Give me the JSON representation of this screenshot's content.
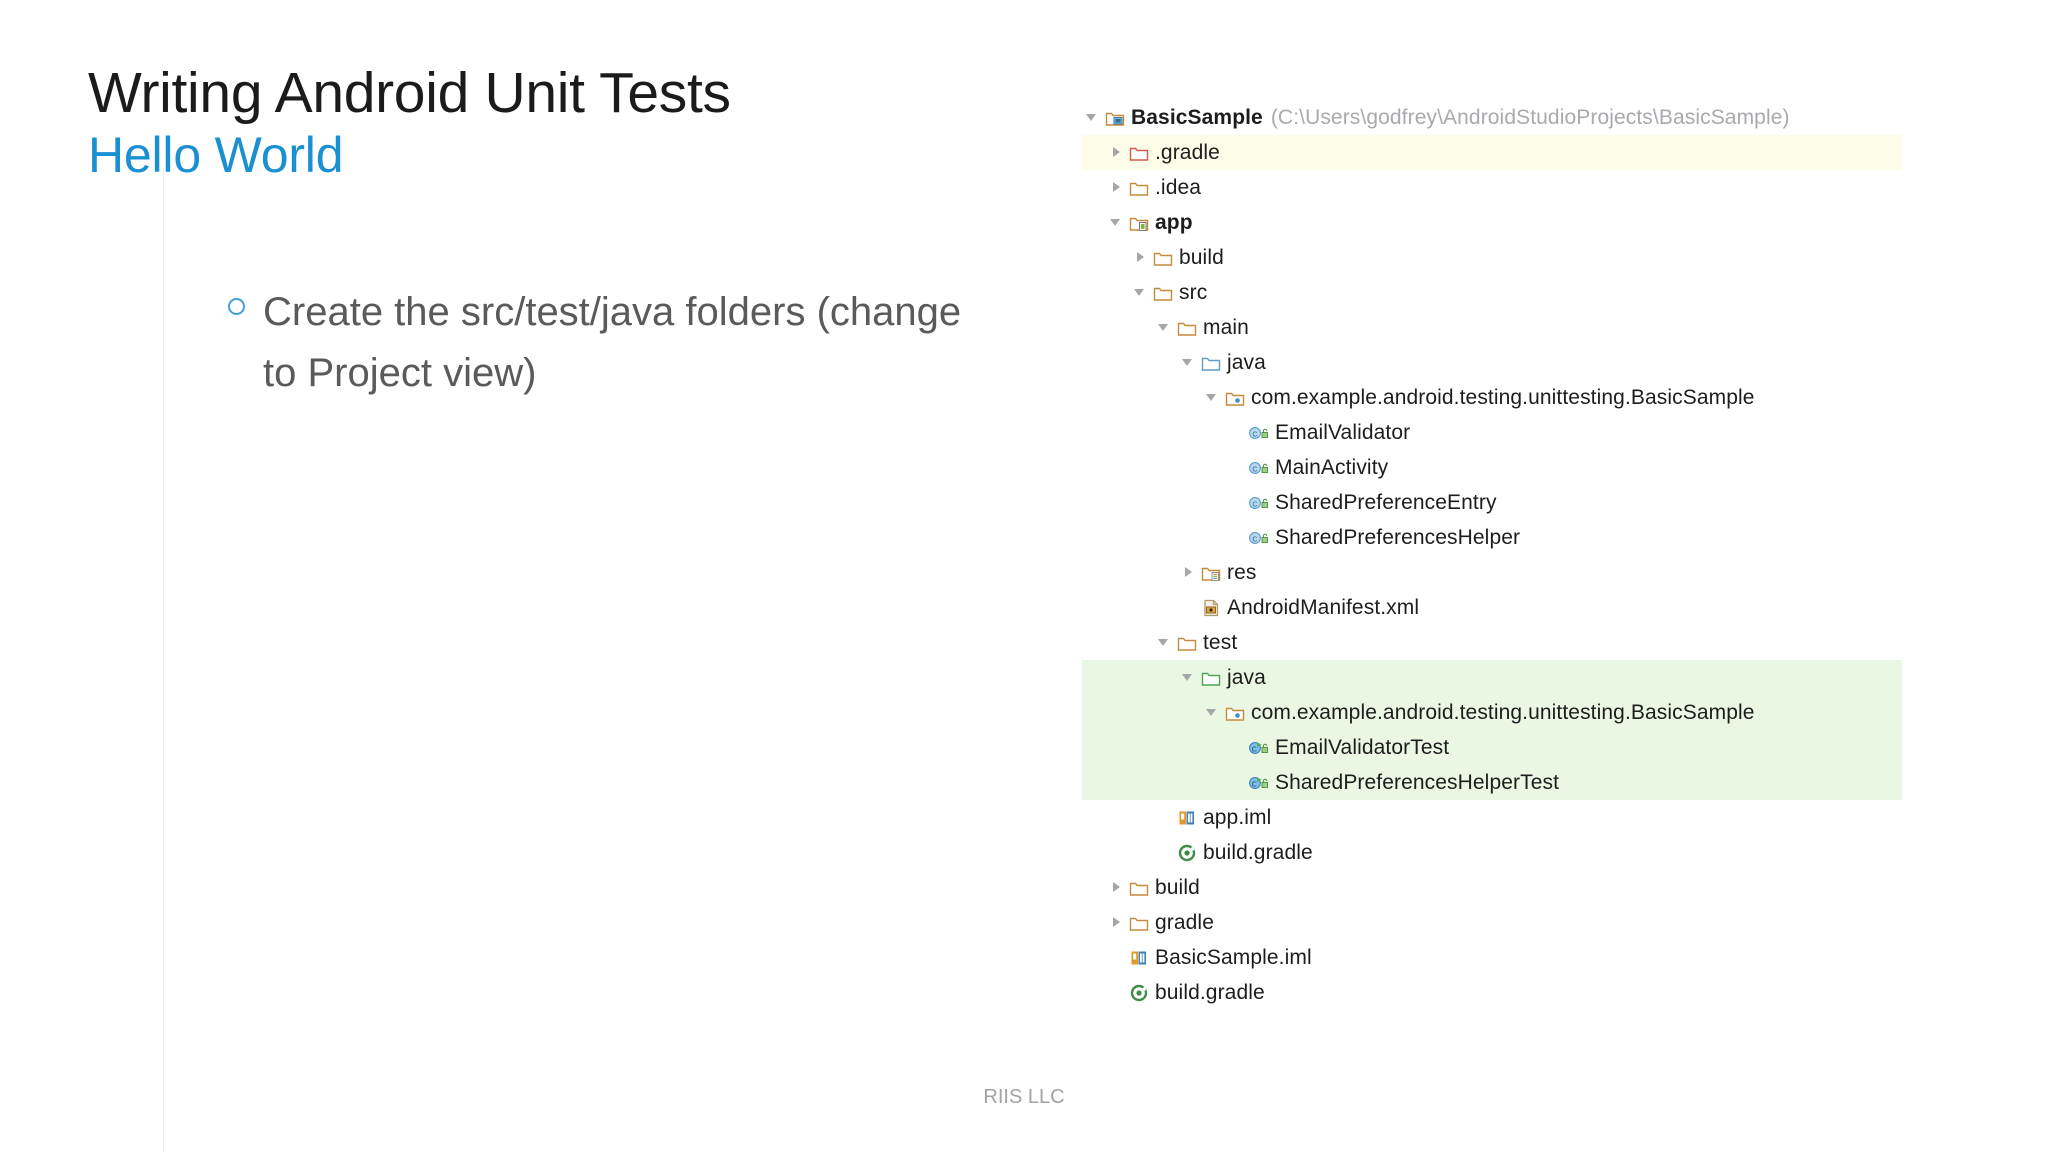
{
  "slide": {
    "title": "Writing Android Unit Tests",
    "subtitle": "Hello World",
    "bullet": "Create the src/test/java folders (change to Project view)",
    "footer": "RIIS LLC",
    "accent_color": "#1a8fd1",
    "bullet_marker_color": "#3fa0dd"
  },
  "tree": {
    "highlight_yellow": "#fdfce8",
    "highlight_green": "#eaf7e2",
    "rows": [
      {
        "label": "BasicSample",
        "path": "(C:\\Users\\godfrey\\AndroidStudioProjects\\BasicSample)",
        "indent": 0,
        "toggle": "expanded",
        "icon": "project-folder-icon",
        "bold": true,
        "highlight": "none"
      },
      {
        "label": ".gradle",
        "indent": 1,
        "toggle": "collapsed",
        "icon": "folder-excluded-icon",
        "bold": false,
        "highlight": "yellow"
      },
      {
        "label": ".idea",
        "indent": 1,
        "toggle": "collapsed",
        "icon": "folder-icon",
        "bold": false,
        "highlight": "none"
      },
      {
        "label": "app",
        "indent": 1,
        "toggle": "expanded",
        "icon": "module-icon",
        "bold": true,
        "highlight": "none"
      },
      {
        "label": "build",
        "indent": 2,
        "toggle": "collapsed",
        "icon": "folder-icon",
        "bold": false,
        "highlight": "none"
      },
      {
        "label": "src",
        "indent": 2,
        "toggle": "expanded",
        "icon": "folder-icon",
        "bold": false,
        "highlight": "none"
      },
      {
        "label": "main",
        "indent": 3,
        "toggle": "expanded",
        "icon": "folder-icon",
        "bold": false,
        "highlight": "none"
      },
      {
        "label": "java",
        "indent": 4,
        "toggle": "expanded",
        "icon": "source-root-folder-icon",
        "bold": false,
        "highlight": "none"
      },
      {
        "label": "com.example.android.testing.unittesting.BasicSample",
        "indent": 5,
        "toggle": "expanded",
        "icon": "package-icon",
        "bold": false,
        "highlight": "none"
      },
      {
        "label": "EmailValidator",
        "indent": 6,
        "toggle": "none",
        "icon": "java-class-icon",
        "bold": false,
        "highlight": "none"
      },
      {
        "label": "MainActivity",
        "indent": 6,
        "toggle": "none",
        "icon": "java-class-icon",
        "bold": false,
        "highlight": "none"
      },
      {
        "label": "SharedPreferenceEntry",
        "indent": 6,
        "toggle": "none",
        "icon": "java-class-icon",
        "bold": false,
        "highlight": "none"
      },
      {
        "label": "SharedPreferencesHelper",
        "indent": 6,
        "toggle": "none",
        "icon": "java-class-icon",
        "bold": false,
        "highlight": "none"
      },
      {
        "label": "res",
        "indent": 4,
        "toggle": "collapsed",
        "icon": "res-folder-icon",
        "bold": false,
        "highlight": "none"
      },
      {
        "label": "AndroidManifest.xml",
        "indent": 4,
        "toggle": "none",
        "icon": "android-manifest-icon",
        "bold": false,
        "highlight": "none"
      },
      {
        "label": "test",
        "indent": 3,
        "toggle": "expanded",
        "icon": "folder-icon",
        "bold": false,
        "highlight": "none"
      },
      {
        "label": "java",
        "indent": 4,
        "toggle": "expanded",
        "icon": "test-source-root-folder-icon",
        "bold": false,
        "highlight": "green"
      },
      {
        "label": "com.example.android.testing.unittesting.BasicSample",
        "indent": 5,
        "toggle": "expanded",
        "icon": "package-icon",
        "bold": false,
        "highlight": "green"
      },
      {
        "label": "EmailValidatorTest",
        "indent": 6,
        "toggle": "none",
        "icon": "java-test-class-icon",
        "bold": false,
        "highlight": "green"
      },
      {
        "label": "SharedPreferencesHelperTest",
        "indent": 6,
        "toggle": "none",
        "icon": "java-test-class-icon",
        "bold": false,
        "highlight": "green"
      },
      {
        "label": "app.iml",
        "indent": 3,
        "toggle": "none",
        "icon": "iml-module-file-icon",
        "bold": false,
        "highlight": "none"
      },
      {
        "label": "build.gradle",
        "indent": 3,
        "toggle": "none",
        "icon": "gradle-file-icon",
        "bold": false,
        "highlight": "none"
      },
      {
        "label": "build",
        "indent": 1,
        "toggle": "collapsed",
        "icon": "folder-icon",
        "bold": false,
        "highlight": "none"
      },
      {
        "label": "gradle",
        "indent": 1,
        "toggle": "collapsed",
        "icon": "folder-icon",
        "bold": false,
        "highlight": "none"
      },
      {
        "label": "BasicSample.iml",
        "indent": 1,
        "toggle": "none",
        "icon": "iml-module-file-icon",
        "bold": false,
        "highlight": "none"
      },
      {
        "label": "build.gradle",
        "indent": 1,
        "toggle": "none",
        "icon": "gradle-file-icon",
        "bold": false,
        "highlight": "none"
      }
    ]
  }
}
